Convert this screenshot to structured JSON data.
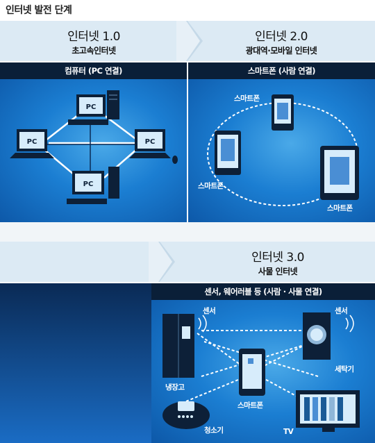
{
  "title": "인터넷 발전 단계",
  "stage1": {
    "version": "인터넷 1.0",
    "subtitle": "초고속인터넷",
    "header": "컴퓨터 (PC 연결)",
    "pc_label": "PC"
  },
  "stage2": {
    "version": "인터넷 2.0",
    "subtitle": "광대역·모바일 인터넷",
    "header": "스마트폰 (사람 연결)",
    "smartphone_label": "스마트폰"
  },
  "stage3": {
    "version": "인터넷 3.0",
    "subtitle": "사물 인터넷",
    "header": "센서, 웨어러블 등 (사람 · 사물 연결)",
    "sensor_label": "센서",
    "devices": {
      "fridge": "냉장고",
      "washer": "세탁기",
      "phone": "스마트폰",
      "vacuum": "청소기",
      "tv": "TV"
    }
  },
  "colors": {
    "band": "#dceaf4",
    "header": "#0a1f38",
    "panel": "#1b7ed2",
    "panel_light": "#4aa9e8"
  }
}
